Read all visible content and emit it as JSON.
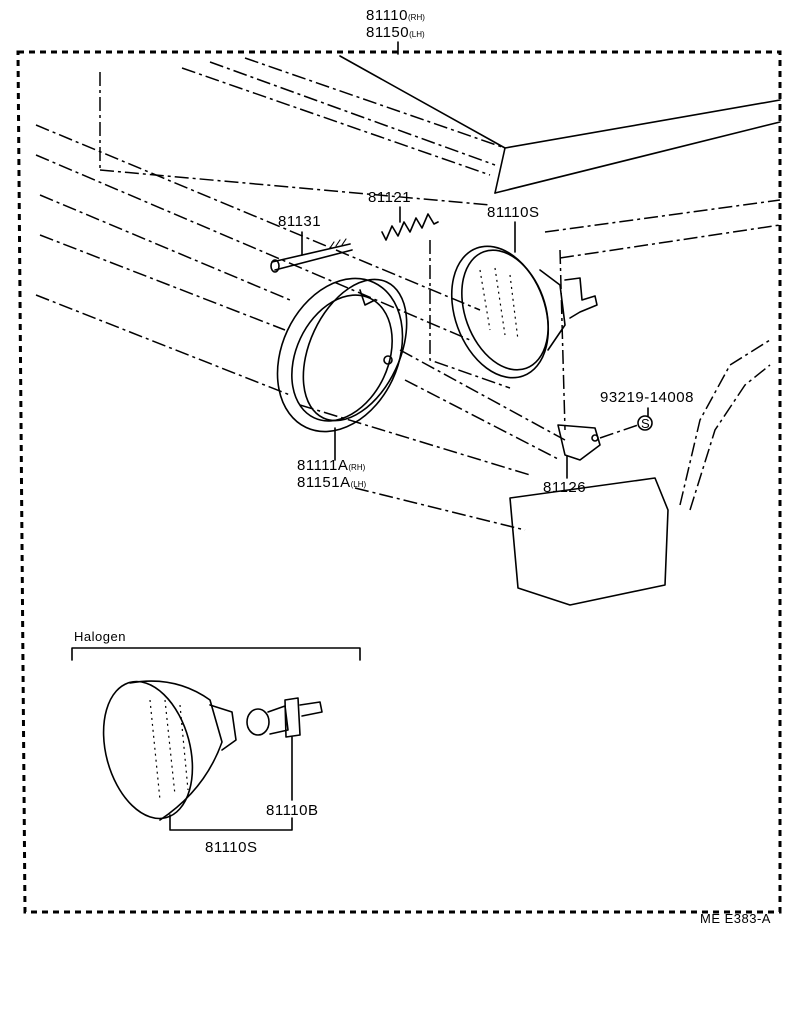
{
  "labels": {
    "assembly_rh": "81110",
    "assembly_rh_suffix": "(RH)",
    "assembly_lh": "81150",
    "assembly_lh_suffix": "(LH)",
    "spring": "81121",
    "screw": "81131",
    "sealed_beam_top": "81110S",
    "ring_rh": "81111A",
    "ring_rh_suffix": "(RH)",
    "ring_lh": "81151A",
    "ring_lh_suffix": "(LH)",
    "nut": "93219-14008",
    "nut_symbol": "S",
    "bracket": "81126",
    "halogen_title": "Halogen",
    "bulb": "81110B",
    "sealed_beam_halogen": "81110S",
    "diagram_code": "ME E383-A"
  }
}
